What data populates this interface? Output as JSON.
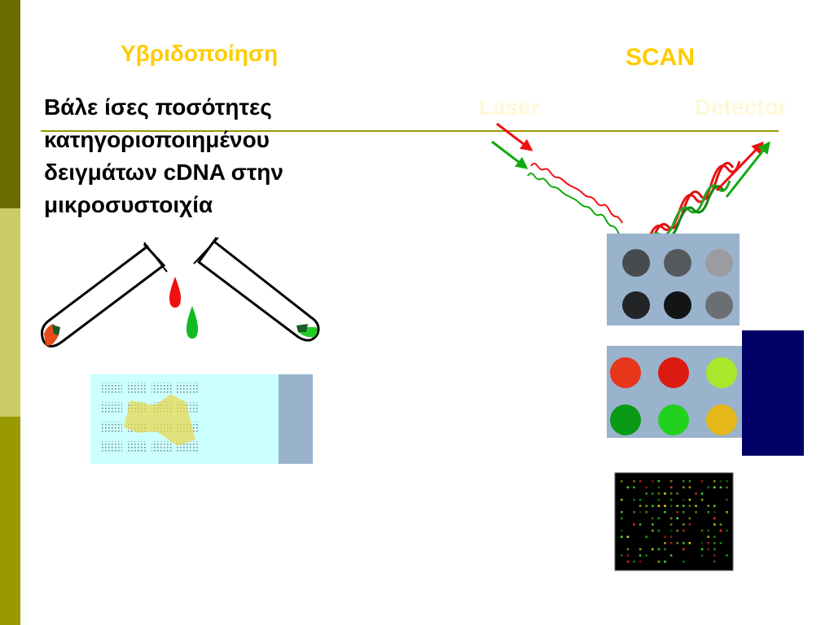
{
  "hybridization": {
    "title": "Υβριδοποίηση",
    "instructions": "Βάλε ίσες ποσότητες κατηγοριοποιημένου δειγμάτων cDNA στην μικροσυστοιχία"
  },
  "scan": {
    "title": "SCAN",
    "laser_label": "Laser",
    "detector_label": "Detector"
  },
  "colors": {
    "accent": "#ffcc00",
    "rule": "#999900",
    "red_dye": "#ee1111",
    "green_dye": "#11aa11",
    "slide": "#ccffff",
    "slide_label": "#99b3cc",
    "navy_panel": "#000066"
  },
  "grey_wells": [
    "#484b4e",
    "#56595c",
    "#9a9c9f",
    "#222426",
    "#131416",
    "#6c6f72"
  ],
  "color_wells": [
    "#e8361a",
    "#dd1a12",
    "#a8e82a",
    "#0a9a16",
    "#22d01e",
    "#e6b81a"
  ]
}
